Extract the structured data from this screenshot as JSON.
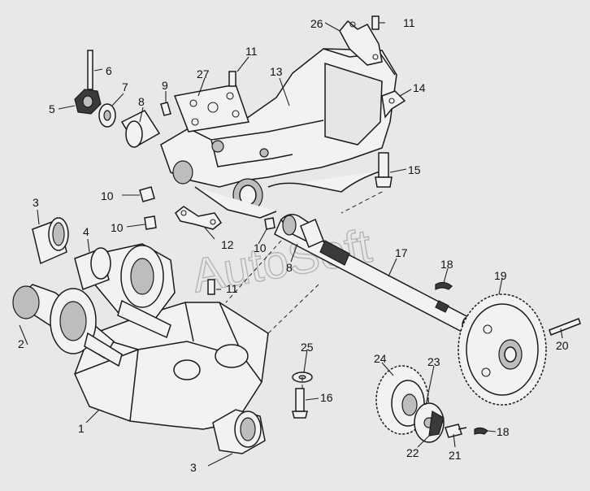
{
  "watermark": "AutoSoft",
  "callouts": [
    {
      "id": "c1",
      "text": "1"
    },
    {
      "id": "c2",
      "text": "2"
    },
    {
      "id": "c3a",
      "text": "3"
    },
    {
      "id": "c3b",
      "text": "3"
    },
    {
      "id": "c4",
      "text": "4"
    },
    {
      "id": "c5",
      "text": "5"
    },
    {
      "id": "c6",
      "text": "6"
    },
    {
      "id": "c7",
      "text": "7"
    },
    {
      "id": "c8a",
      "text": "8"
    },
    {
      "id": "c8b",
      "text": "8"
    },
    {
      "id": "c9",
      "text": "9"
    },
    {
      "id": "c10a",
      "text": "10"
    },
    {
      "id": "c10b",
      "text": "10"
    },
    {
      "id": "c10c",
      "text": "10"
    },
    {
      "id": "c11a",
      "text": "11"
    },
    {
      "id": "c11b",
      "text": "11"
    },
    {
      "id": "c11c",
      "text": "11"
    },
    {
      "id": "c12",
      "text": "12"
    },
    {
      "id": "c13",
      "text": "13"
    },
    {
      "id": "c14",
      "text": "14"
    },
    {
      "id": "c15",
      "text": "15"
    },
    {
      "id": "c16",
      "text": "16"
    },
    {
      "id": "c17",
      "text": "17"
    },
    {
      "id": "c18a",
      "text": "18"
    },
    {
      "id": "c18b",
      "text": "18"
    },
    {
      "id": "c19",
      "text": "19"
    },
    {
      "id": "c20",
      "text": "20"
    },
    {
      "id": "c21",
      "text": "21"
    },
    {
      "id": "c22",
      "text": "22"
    },
    {
      "id": "c23",
      "text": "23"
    },
    {
      "id": "c24",
      "text": "24"
    },
    {
      "id": "c25",
      "text": "25"
    },
    {
      "id": "c26",
      "text": "26"
    },
    {
      "id": "c27",
      "text": "27"
    }
  ]
}
